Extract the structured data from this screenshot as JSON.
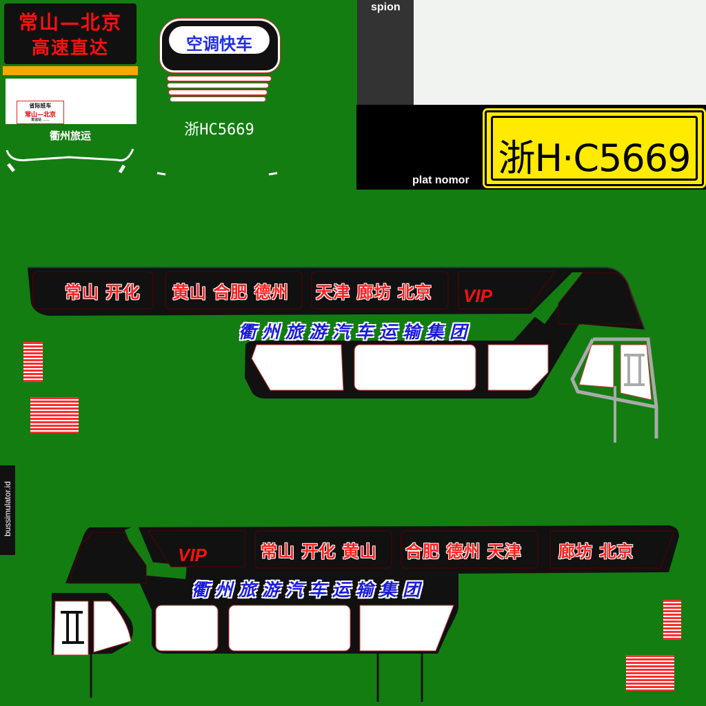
{
  "front_sign": {
    "line1": "常山—北京",
    "line2": "高速直达"
  },
  "front_card": {
    "title": "省际班车",
    "route": "常山—北京",
    "fine": "客运站 ……"
  },
  "front_company": "衢州旅运",
  "ac_sign": "空调快车",
  "front_plate_text": "浙HC5669",
  "labels": {
    "spion": "spion",
    "plat_nomor": "plat nomor"
  },
  "plate": {
    "text": "浙H·C5669"
  },
  "watermark": "bussimulator.id",
  "right_side": {
    "route_groups": [
      "常山 开化",
      "黄山 合肥 德州",
      "天津 廊坊 北京"
    ],
    "vip": "VIP",
    "company": "衢州旅游汽车运输集团"
  },
  "left_side": {
    "vip": "VIP",
    "route_groups": [
      "常山 开化 黄山",
      "合肥 德州 天津",
      "廊坊 北京"
    ],
    "company": "衢州旅游汽车运输集团"
  },
  "colors": {
    "background": "#137d12",
    "route_red": "#ff2020",
    "company_blue": "#1a1adc",
    "plate_yellow": "#ffea00",
    "stripe_orange": "#f5a800"
  }
}
